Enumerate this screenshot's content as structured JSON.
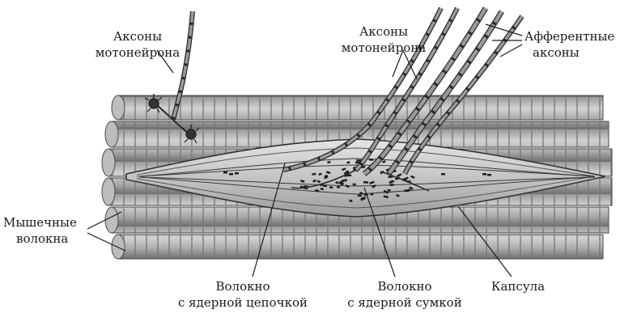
{
  "labels": {
    "motor_axons_left_1": "Аксоны",
    "motor_axons_left_2": "мотонейрона",
    "motor_axons_center_1": "Аксоны",
    "motor_axons_center_2": "мотонейрона",
    "afferent_axons_1": "Афферентные",
    "afferent_axons_2": "аксоны",
    "muscle_fibers_1": "Мышечные",
    "muscle_fibers_2": "волокна",
    "nuclear_chain_1": "Волокно",
    "nuclear_chain_2": "с ядерной цепочкой",
    "nuclear_bag_1": "Волокно",
    "nuclear_bag_2": "с ядерной сумкой",
    "capsule": "Капсула"
  },
  "colors": {
    "fiber_fill": "#b9b9b9",
    "fiber_shade": "#8c8c8c",
    "fiber_outline": "#4a4a4a",
    "spindle_fill": "#cfcfcf",
    "nerve": "#2b2b2b",
    "leader": "#1a1a1a"
  }
}
